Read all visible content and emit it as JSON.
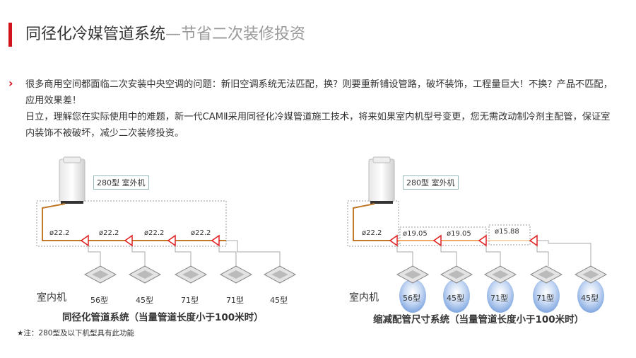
{
  "header": {
    "title_main": "同径化冷媒管道系统",
    "title_sub": "—节省二次装修投资"
  },
  "intro": {
    "para1": "很多商用空间都面临二次安装中央空调的问题：新旧空调系统无法匹配，换？则要重新铺设管路，破坏装饰，工程量巨大！不换？产品不匹配，应用效果差！",
    "para2": "日立，理解您在实际使用中的难题，新一代CAMⅡ采用同径化冷媒管道施工技术，将来如果室内机型号变更，您无需改动制冷剂主配管，保证室内装饰不被破坏，减少二次装修投资。"
  },
  "left_diagram": {
    "outdoor_label": "280型 室外机",
    "pipe_labels": [
      "ø22.2",
      "ø22.2",
      "ø22.2",
      "ø22.2"
    ],
    "indoor_title": "室内机",
    "units": [
      "56型",
      "45型",
      "71型",
      "71型",
      "45型"
    ],
    "caption": "同径化管道系统（当量管道长度小于100米时）"
  },
  "right_diagram": {
    "outdoor_label": "280型 室外机",
    "pipe_labels": [
      "ø22.2",
      "ø19.05",
      "ø19.05",
      "ø15.88"
    ],
    "indoor_title": "室内机",
    "units": [
      "56型",
      "45型",
      "71型",
      "71型",
      "45型"
    ],
    "caption": "缩减配管尺寸系统（当量管道长度小于100米时）"
  },
  "footnote": "★注：280型及以下机型具有此功能",
  "colors": {
    "accent": "#d0121b",
    "pipe_main": "#c07a28",
    "pipe_light": "#f0a868",
    "valve": "#e02020",
    "bubble": "#8fb3e6"
  }
}
